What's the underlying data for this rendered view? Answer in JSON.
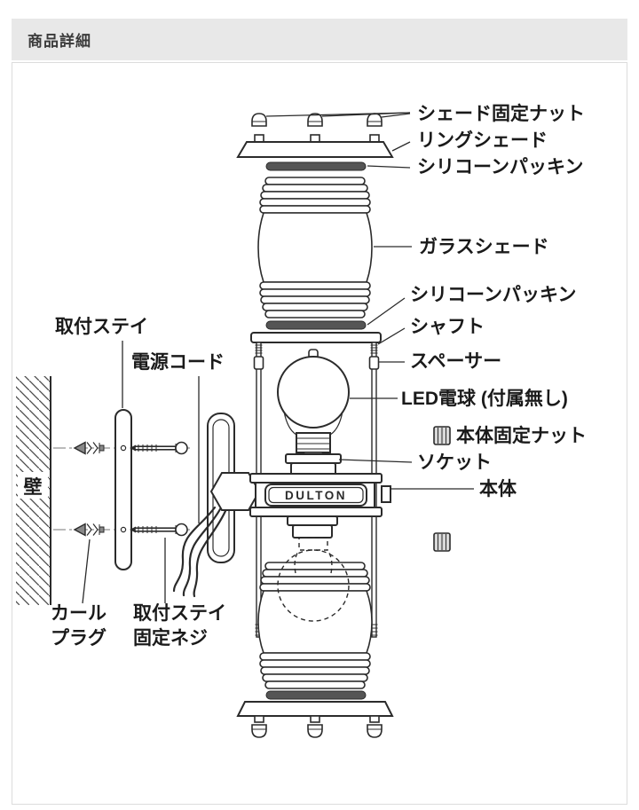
{
  "header": {
    "title": "商品詳細"
  },
  "diagram": {
    "brand_label": "DULTON",
    "wall_label": "壁",
    "parts": {
      "shade_fixing_nut": "シェード固定ナット",
      "ring_shade": "リングシェード",
      "silicone_packing_top": "シリコーンパッキン",
      "glass_shade": "ガラスシェード",
      "silicone_packing_mid": "シリコーンパッキン",
      "shaft": "シャフト",
      "spacer": "スペーサー",
      "led_bulb": "LED電球 (付属無し)",
      "body_fixing_nut": "本体固定ナット",
      "socket": "ソケット",
      "body": "本体",
      "mounting_stay": "取付ステイ",
      "power_cord": "電源コード",
      "curl_plug_line1": "カール",
      "curl_plug_line2": "プラグ",
      "stay_screw_line1": "取付ステイ",
      "stay_screw_line2": "固定ネジ"
    },
    "colors": {
      "line": "#2b2b2b",
      "packing_fill": "#555555",
      "header_bg": "#e8e8e8"
    }
  }
}
